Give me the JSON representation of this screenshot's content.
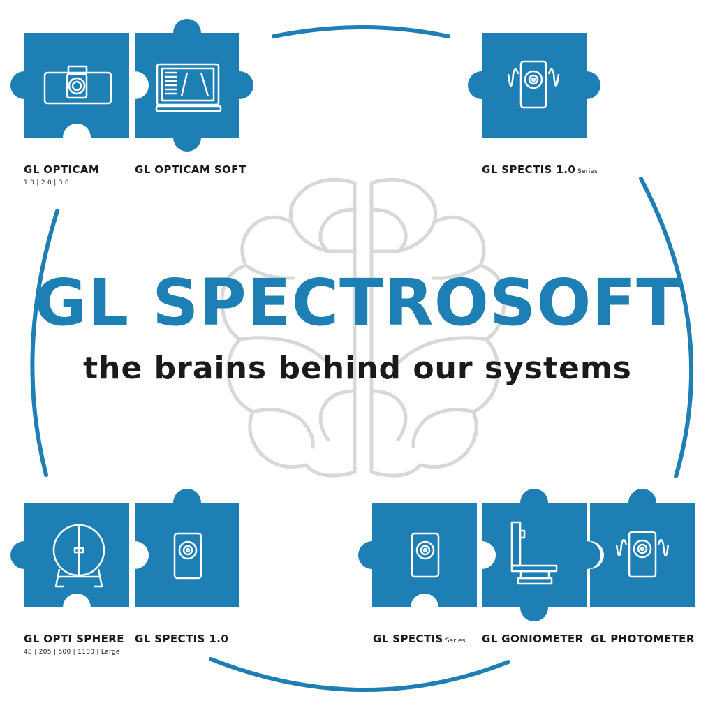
{
  "colors": {
    "accent": "#1e7fb5",
    "text": "#1a1a1a",
    "outline": "#d8d8d8",
    "icon": "#ffffff"
  },
  "title": "GL SPECTROSOFT",
  "tagline": "the brains behind our systems",
  "products": {
    "opticam": {
      "name": "GL OPTICAM",
      "sub": "1.0 | 2.0 | 3.0",
      "icon": "camera-icon"
    },
    "opticam_soft": {
      "name": "GL OPTICAM SOFT",
      "icon": "laptop-icon"
    },
    "spectis_series_top": {
      "name": "GL SPECTIS 1.0",
      "suffix": "Series",
      "icon": "spectrometer-wave-icon"
    },
    "opti_sphere": {
      "name": "GL OPTI SPHERE",
      "sub": "48 | 205 | 500 | 1100 | Large",
      "icon": "integrating-sphere-icon"
    },
    "spectis_10": {
      "name": "GL SPECTIS 1.0",
      "icon": "spectrometer-icon"
    },
    "spectis_series": {
      "name": "GL SPECTIS",
      "suffix": "Series",
      "icon": "spectrometer-icon"
    },
    "goniometer": {
      "name": "GL GONIOMETER",
      "icon": "goniometer-icon"
    },
    "photometer": {
      "name": "GL PHOTOMETER",
      "icon": "photometer-wave-icon"
    }
  }
}
